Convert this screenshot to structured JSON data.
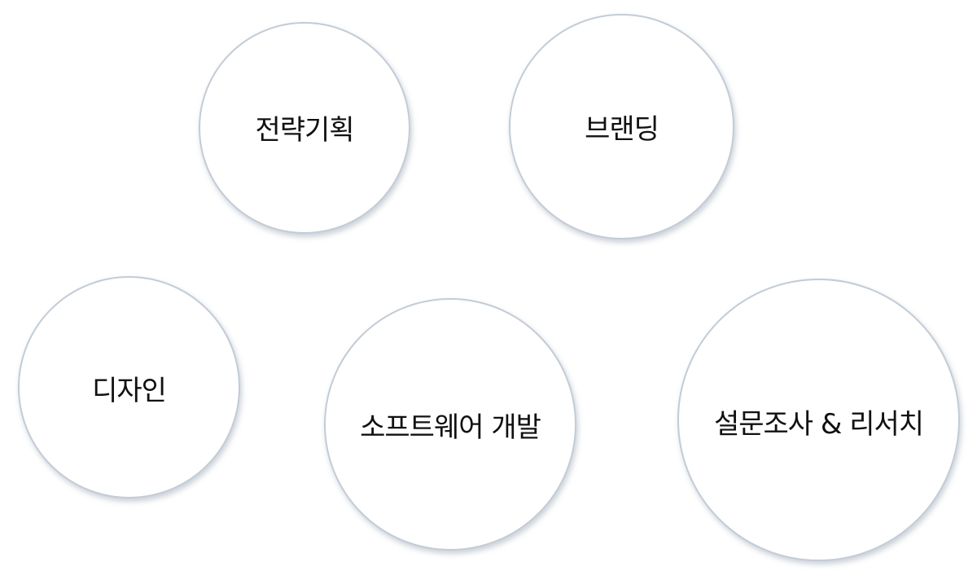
{
  "services": {
    "strategy": "전략기획",
    "branding": "브랜딩",
    "design": "디자인",
    "software": "소프트웨어 개발",
    "survey": "설문조사 & 리서치"
  }
}
